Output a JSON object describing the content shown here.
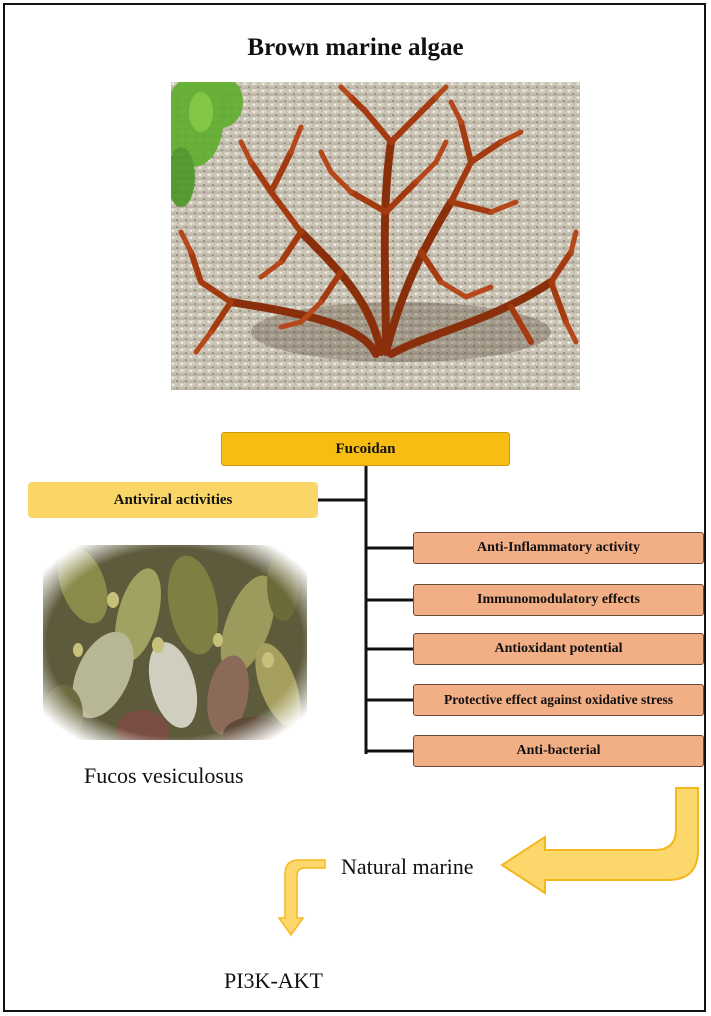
{
  "title": "Brown marine algae",
  "nodes": {
    "fucoidan": "Fucoidan",
    "antiviral": "Antiviral activities",
    "activities": [
      "Anti-Inflammatory activity",
      "Immunomodulatory effects",
      "Antioxidant potential",
      "Protective effect against oxidative stress",
      "Anti-bacterial"
    ]
  },
  "captions": {
    "fucos": "Fucos vesiculosus",
    "natural": "Natural marine",
    "pi3k": "PI3K-AKT"
  },
  "colors": {
    "fucoidan_box": "#f7bd13",
    "antiviral_box": "#fad567",
    "activity_box": "#f2ae85",
    "arrow_fill": "#fbd76c",
    "arrow_stroke": "#f4b81c"
  }
}
